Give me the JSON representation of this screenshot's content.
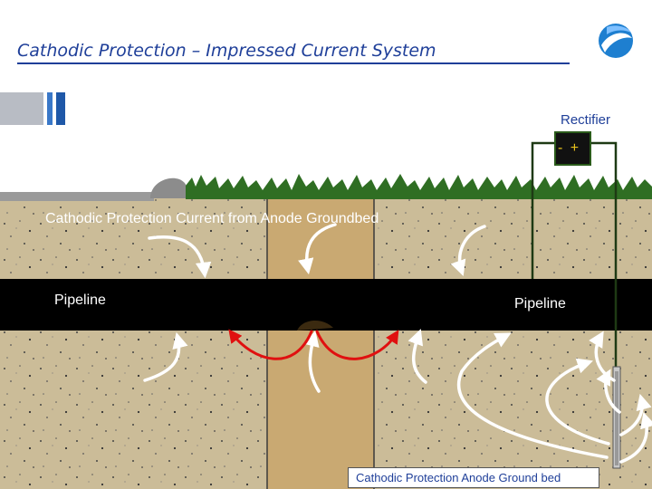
{
  "title": "Cathodic Protection – Impressed Current System",
  "labels": {
    "cp_current": "Cathodic Protection  Current from Anode Groundbed",
    "pipeline_left": "Pipeline",
    "pipeline_right": "Pipeline",
    "rectifier": "Rectifier",
    "polarity": "- +",
    "anode_groundbed": "Cathodic Protection Anode Ground bed"
  },
  "colors": {
    "title_blue": "#1f3f99",
    "soil": "#cbbc98",
    "trench": "#c9a972",
    "pipeline": "#000000",
    "grass": "#2f6e23",
    "cable": "#1e3a14",
    "current_arrow": "#ffffff",
    "coating_defect_current": "#e01010",
    "polarity_text": "#e8c11c"
  },
  "icons": {
    "logo": "swirl-logo-icon",
    "decoration": "vertical-bars-icon"
  }
}
